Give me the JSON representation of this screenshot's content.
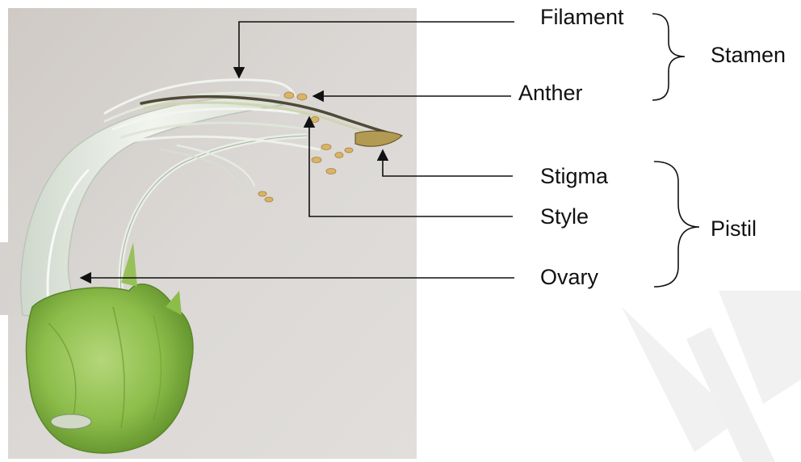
{
  "labels": {
    "filament": "Filament",
    "anther": "Anther",
    "stamen": "Stamen",
    "stigma": "Stigma",
    "style": "Style",
    "ovary": "Ovary",
    "pistil": "Pistil"
  },
  "watermark": "VIEW",
  "colors": {
    "photo_background": "#d9d6d3",
    "sepal_green": "#8fbf4a",
    "petal_white": "#e6ece2",
    "anther_yellow": "#d9b36a",
    "leader_line": "#111111",
    "watermark": "#ececec"
  }
}
